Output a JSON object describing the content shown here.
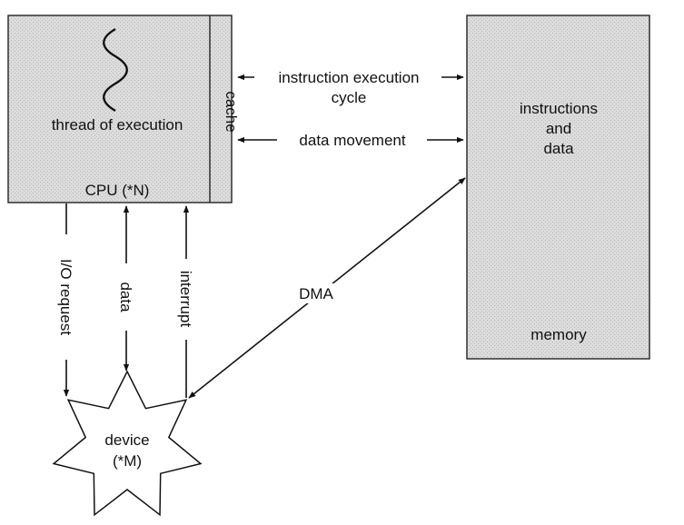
{
  "colors": {
    "box_fill": "#d8d8d8",
    "stroke": "#111111",
    "device_fill": "#ffffff"
  },
  "cpu": {
    "thread_label": "thread of execution",
    "cpu_label": "CPU (*N)",
    "cache_label": "cache",
    "thread_icon": "wavy-thread-icon"
  },
  "memory": {
    "content_line1": "instructions",
    "content_line2": "and",
    "content_line3": "data",
    "label": "memory"
  },
  "connections": {
    "instruction_cycle_line1": "instruction execution",
    "instruction_cycle_line2": "cycle",
    "data_movement": "data movement",
    "io_request": "I/O request",
    "data": "data",
    "interrupt": "interrupt",
    "dma": "DMA"
  },
  "device": {
    "line1": "device",
    "line2": "(*M)"
  }
}
